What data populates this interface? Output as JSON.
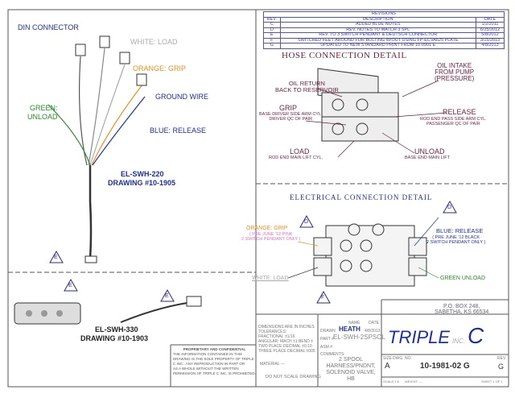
{
  "revisions": {
    "title": "REVISIONS",
    "headers": [
      "REV.",
      "DESCRIPTION",
      "DATE"
    ],
    "rows": [
      [
        "C",
        "ADDED BLUE NOTES",
        "1/2/2011"
      ],
      [
        "D",
        "REV. NOTES TO MATCH 3 SPL",
        "6/25/2012"
      ],
      [
        "E",
        "REV. TO 3 SWITCH PENDANT & DEUTSCH CONNECTOR",
        "5/8/2012"
      ],
      [
        "F",
        "SWITCHED FEET AROUND FOR BOLTING W/OUT USING FP-ECVA625 PLATE",
        "3/15/2013"
      ],
      [
        "G",
        "UPDATED TO NEW STANDARD PRINT FROM 10-0901 E",
        "4/8/2013"
      ]
    ]
  },
  "harness": {
    "din_connector": "DIN CONNECTOR",
    "white_load": "WHITE: LOAD",
    "orange_grip": "ORANGE: GRIP",
    "ground_wire": "GROUND WIRE",
    "green_unload_1": "GREEN:",
    "green_unload_2": "UNLOAD",
    "blue_release": "BLUE: RELEASE",
    "model": "EL-SWH-220",
    "drawing": "DRAWING #10-1905",
    "rev_marker": "E"
  },
  "pendant": {
    "model": "EL-SWH-330",
    "drawing": "DRAWING #10-1903",
    "rev_marker": "E"
  },
  "hose_detail": {
    "title": "HOSE CONNECTION DETAIL",
    "oil_intake": [
      "OIL INTAKE",
      "FROM PUMP",
      "(PRESSURE)"
    ],
    "oil_return": [
      "OIL RETURN",
      "BACK TO RESERVOIR"
    ],
    "grip": "GRIP",
    "grip_sub": [
      "BASE DRIVER SIDE ARM CYL.",
      "DRIVER QC OF PAIR"
    ],
    "release": "RELEASE",
    "release_sub": [
      "ROD END PASS SIDE ARM CYL.",
      "PASSENGER QC OF PAIR"
    ],
    "load": "LOAD",
    "load_sub": "ROD END MAIN LIFT CYL.",
    "unload": "UNLOAD",
    "unload_sub": "BASE END MAIN LIFT"
  },
  "electrical_detail": {
    "title": "ELECTRICAL CONNECTION DETAIL",
    "orange_grip": "ORANGE: GRIP",
    "orange_note": [
      "( PRE JUNE '12 PINK",
      "2 SWITCH PENDANT ONLY )"
    ],
    "blue_release": "BLUE: RELEASE",
    "blue_note": [
      "( PRE JUNE '12 BLACK",
      "2 SWITCH PENDANT ONLY )"
    ],
    "white_load": "WHITE: LOAD",
    "green_unload": "GREEN UNLOAD",
    "markers": [
      "D",
      "D",
      "F"
    ]
  },
  "title_block": {
    "address": [
      "P.O. BOX 248,",
      "SABETHA, KS 66534"
    ],
    "company": "TRIPLE",
    "company_c": "C",
    "inc": "INC.",
    "proprietary_title": "PROPRIETARY AND CONFIDENTIAL",
    "proprietary_text": [
      "THE INFORMATION CONTAINED IN THIS",
      "DRAWING IS THE SOLE PROPERTY OF TRIPLE",
      "C INC.. ANY REPRODUCTION IN PART OR",
      "AS A WHOLE WITHOUT THE WRITTEN",
      "PERMISSION OF TRIPLE C INC. IS PROHIBITED."
    ],
    "tolerances": [
      "DIMENSIONS ARE IN INCHES",
      "TOLERANCES:",
      "FRACTIONAL ±1/16",
      "ANGULAR: MACH ±1    BEND ±",
      "TWO PLACE DECIMAL   ±0.10",
      "THREE PLACE DECIMAL  ±005"
    ],
    "material_label": "MATERIAL",
    "material": "---",
    "no_scale": "DO NOT SCALE DRAWING",
    "name_label": "NAME",
    "date_label": "DATE",
    "drawn_label": "DRAWN",
    "drawn_by": "HEATH",
    "drawn_date": "4/8/2013",
    "part_label": "PART #",
    "part_no": "EL-SWH-2SPSOL",
    "asm_label": "ASM #",
    "comments_label": "COMMENTS:",
    "description": [
      "2 SPOOL",
      "HARNESS/PNDNT,",
      "SOLENOID VALVE,",
      "HB"
    ],
    "size_label": "SIZE",
    "size": "A",
    "dwg_label": "DWG. NO.",
    "dwg_no": "10-1981-02 G",
    "rev_label": "REV",
    "rev": "G",
    "scale": "SCALE:1:6",
    "weight": "WEIGHT: ---",
    "sheet": "SHEET 1 OF 1"
  },
  "colors": {
    "blue": "#1f2f9a",
    "orange": "#e8901c",
    "green": "#2a8a2a",
    "gray": "#aaaaaa",
    "maroon": "#6b1f3f"
  }
}
